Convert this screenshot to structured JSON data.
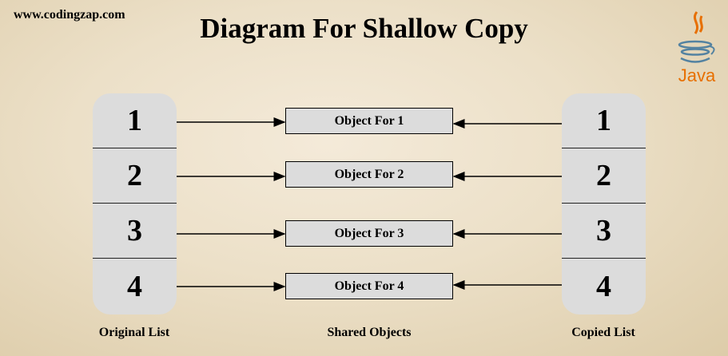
{
  "header": {
    "site": "www.codingzap.com",
    "title": "Diagram For Shallow Copy",
    "logo_text": "Java",
    "logo_icon": "java-coffee-cup-icon"
  },
  "original_list": {
    "label": "Original List",
    "items": [
      "1",
      "2",
      "3",
      "4"
    ]
  },
  "copied_list": {
    "label": "Copied List",
    "items": [
      "1",
      "2",
      "3",
      "4"
    ]
  },
  "shared_objects": {
    "label": "Shared Objects",
    "items": [
      "Object For 1",
      "Object For 2",
      "Object For 3",
      "Object For 4"
    ]
  },
  "colors": {
    "background": "#ece0c8",
    "box_fill": "#dcdcdc",
    "java_orange": "#e76f00",
    "java_blue": "#5382a1"
  }
}
